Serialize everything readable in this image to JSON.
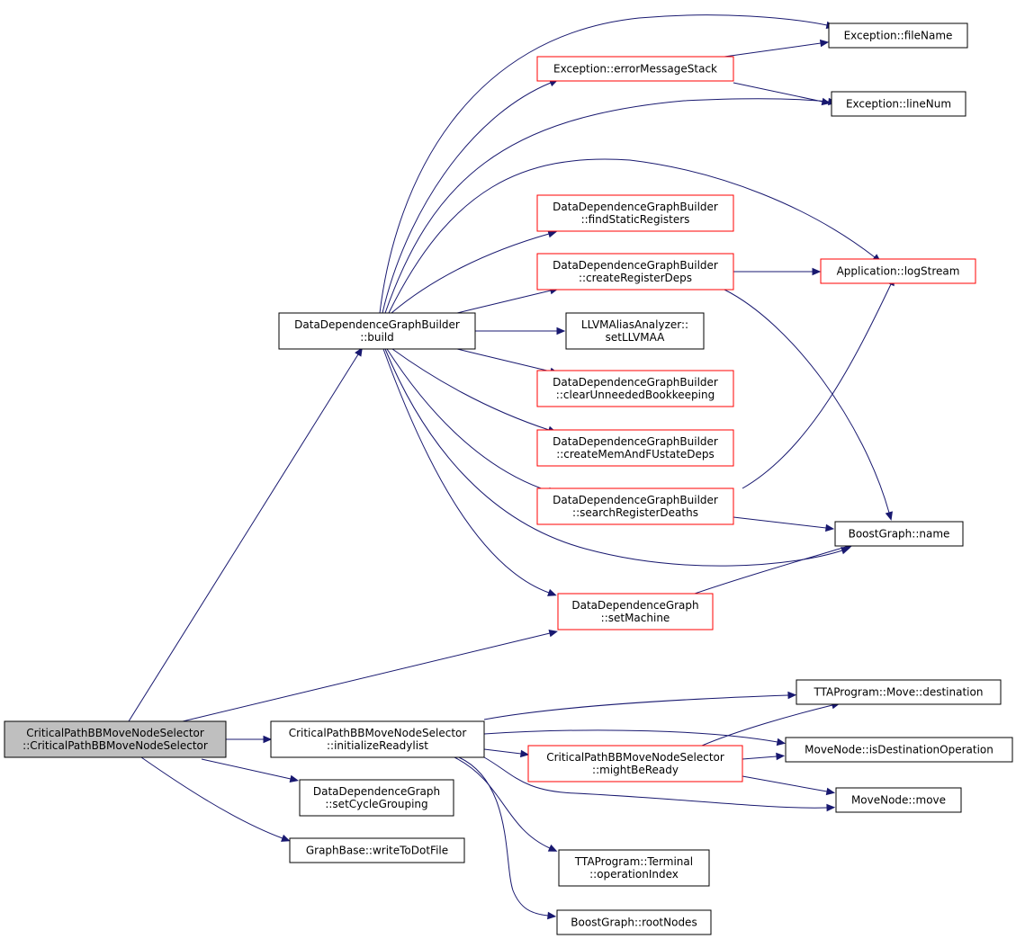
{
  "colors": {
    "edge": "#191970",
    "box_normal_stroke": "#000000",
    "box_truncated_stroke": "#ff0000",
    "box_root_fill": "#bfbfbf",
    "box_fill": "#ffffff"
  },
  "nodes": [
    {
      "id": "root",
      "lines": [
        "CriticalPathBBMoveNodeSelector",
        "::CriticalPathBBMoveNodeSelector"
      ],
      "style": "root"
    },
    {
      "id": "build",
      "lines": [
        "DataDependenceGraphBuilder",
        "::build"
      ],
      "style": "normal"
    },
    {
      "id": "init",
      "lines": [
        "CriticalPathBBMoveNodeSelector",
        "::initializeReadylist"
      ],
      "style": "normal"
    },
    {
      "id": "setCycle",
      "lines": [
        "DataDependenceGraph",
        "::setCycleGrouping"
      ],
      "style": "normal"
    },
    {
      "id": "writeDot",
      "lines": [
        "GraphBase::writeToDotFile"
      ],
      "style": "normal"
    },
    {
      "id": "errStack",
      "lines": [
        "Exception::errorMessageStack"
      ],
      "style": "truncated"
    },
    {
      "id": "fileName",
      "lines": [
        "Exception::fileName"
      ],
      "style": "normal"
    },
    {
      "id": "lineNum",
      "lines": [
        "Exception::lineNum"
      ],
      "style": "normal"
    },
    {
      "id": "findStatic",
      "lines": [
        "DataDependenceGraphBuilder",
        "::findStaticRegisters"
      ],
      "style": "truncated"
    },
    {
      "id": "createReg",
      "lines": [
        "DataDependenceGraphBuilder",
        "::createRegisterDeps"
      ],
      "style": "truncated"
    },
    {
      "id": "logStream",
      "lines": [
        "Application::logStream"
      ],
      "style": "truncated"
    },
    {
      "id": "llvm",
      "lines": [
        "LLVMAliasAnalyzer::",
        "setLLVMAA"
      ],
      "style": "normal"
    },
    {
      "id": "clearUn",
      "lines": [
        "DataDependenceGraphBuilder",
        "::clearUnneededBookkeeping"
      ],
      "style": "truncated"
    },
    {
      "id": "createMem",
      "lines": [
        "DataDependenceGraphBuilder",
        "::createMemAndFUstateDeps"
      ],
      "style": "truncated"
    },
    {
      "id": "searchReg",
      "lines": [
        "DataDependenceGraphBuilder",
        "::searchRegisterDeaths"
      ],
      "style": "truncated"
    },
    {
      "id": "bgName",
      "lines": [
        "BoostGraph::name"
      ],
      "style": "normal"
    },
    {
      "id": "setMachine",
      "lines": [
        "DataDependenceGraph",
        "::setMachine"
      ],
      "style": "truncated"
    },
    {
      "id": "destination",
      "lines": [
        "TTAProgram::Move::destination"
      ],
      "style": "normal"
    },
    {
      "id": "isDest",
      "lines": [
        "MoveNode::isDestinationOperation"
      ],
      "style": "normal"
    },
    {
      "id": "mightBe",
      "lines": [
        "CriticalPathBBMoveNodeSelector",
        "::mightBeReady"
      ],
      "style": "truncated"
    },
    {
      "id": "mnMove",
      "lines": [
        "MoveNode::move"
      ],
      "style": "normal"
    },
    {
      "id": "opIndex",
      "lines": [
        "TTAProgram::Terminal",
        "::operationIndex"
      ],
      "style": "normal"
    },
    {
      "id": "rootNodes",
      "lines": [
        "BoostGraph::rootNodes"
      ],
      "style": "normal"
    }
  ],
  "edges": [
    {
      "from": "root",
      "to": "build"
    },
    {
      "from": "root",
      "to": "setMachine"
    },
    {
      "from": "root",
      "to": "init"
    },
    {
      "from": "root",
      "to": "setCycle"
    },
    {
      "from": "root",
      "to": "writeDot"
    },
    {
      "from": "build",
      "to": "fileName"
    },
    {
      "from": "build",
      "to": "errStack"
    },
    {
      "from": "build",
      "to": "lineNum"
    },
    {
      "from": "build",
      "to": "logStream"
    },
    {
      "from": "build",
      "to": "findStatic"
    },
    {
      "from": "build",
      "to": "createReg"
    },
    {
      "from": "build",
      "to": "llvm"
    },
    {
      "from": "build",
      "to": "clearUn"
    },
    {
      "from": "build",
      "to": "createMem"
    },
    {
      "from": "build",
      "to": "searchReg"
    },
    {
      "from": "build",
      "to": "bgName"
    },
    {
      "from": "build",
      "to": "setMachine"
    },
    {
      "from": "errStack",
      "to": "fileName"
    },
    {
      "from": "errStack",
      "to": "lineNum"
    },
    {
      "from": "createReg",
      "to": "logStream"
    },
    {
      "from": "createReg",
      "to": "bgName"
    },
    {
      "from": "searchReg",
      "to": "logStream"
    },
    {
      "from": "searchReg",
      "to": "bgName"
    },
    {
      "from": "setMachine",
      "to": "bgName"
    },
    {
      "from": "init",
      "to": "destination"
    },
    {
      "from": "init",
      "to": "isDest"
    },
    {
      "from": "init",
      "to": "mightBe"
    },
    {
      "from": "init",
      "to": "mnMove"
    },
    {
      "from": "init",
      "to": "opIndex"
    },
    {
      "from": "init",
      "to": "rootNodes"
    },
    {
      "from": "mightBe",
      "to": "destination"
    },
    {
      "from": "mightBe",
      "to": "isDest"
    },
    {
      "from": "mightBe",
      "to": "mnMove"
    }
  ]
}
